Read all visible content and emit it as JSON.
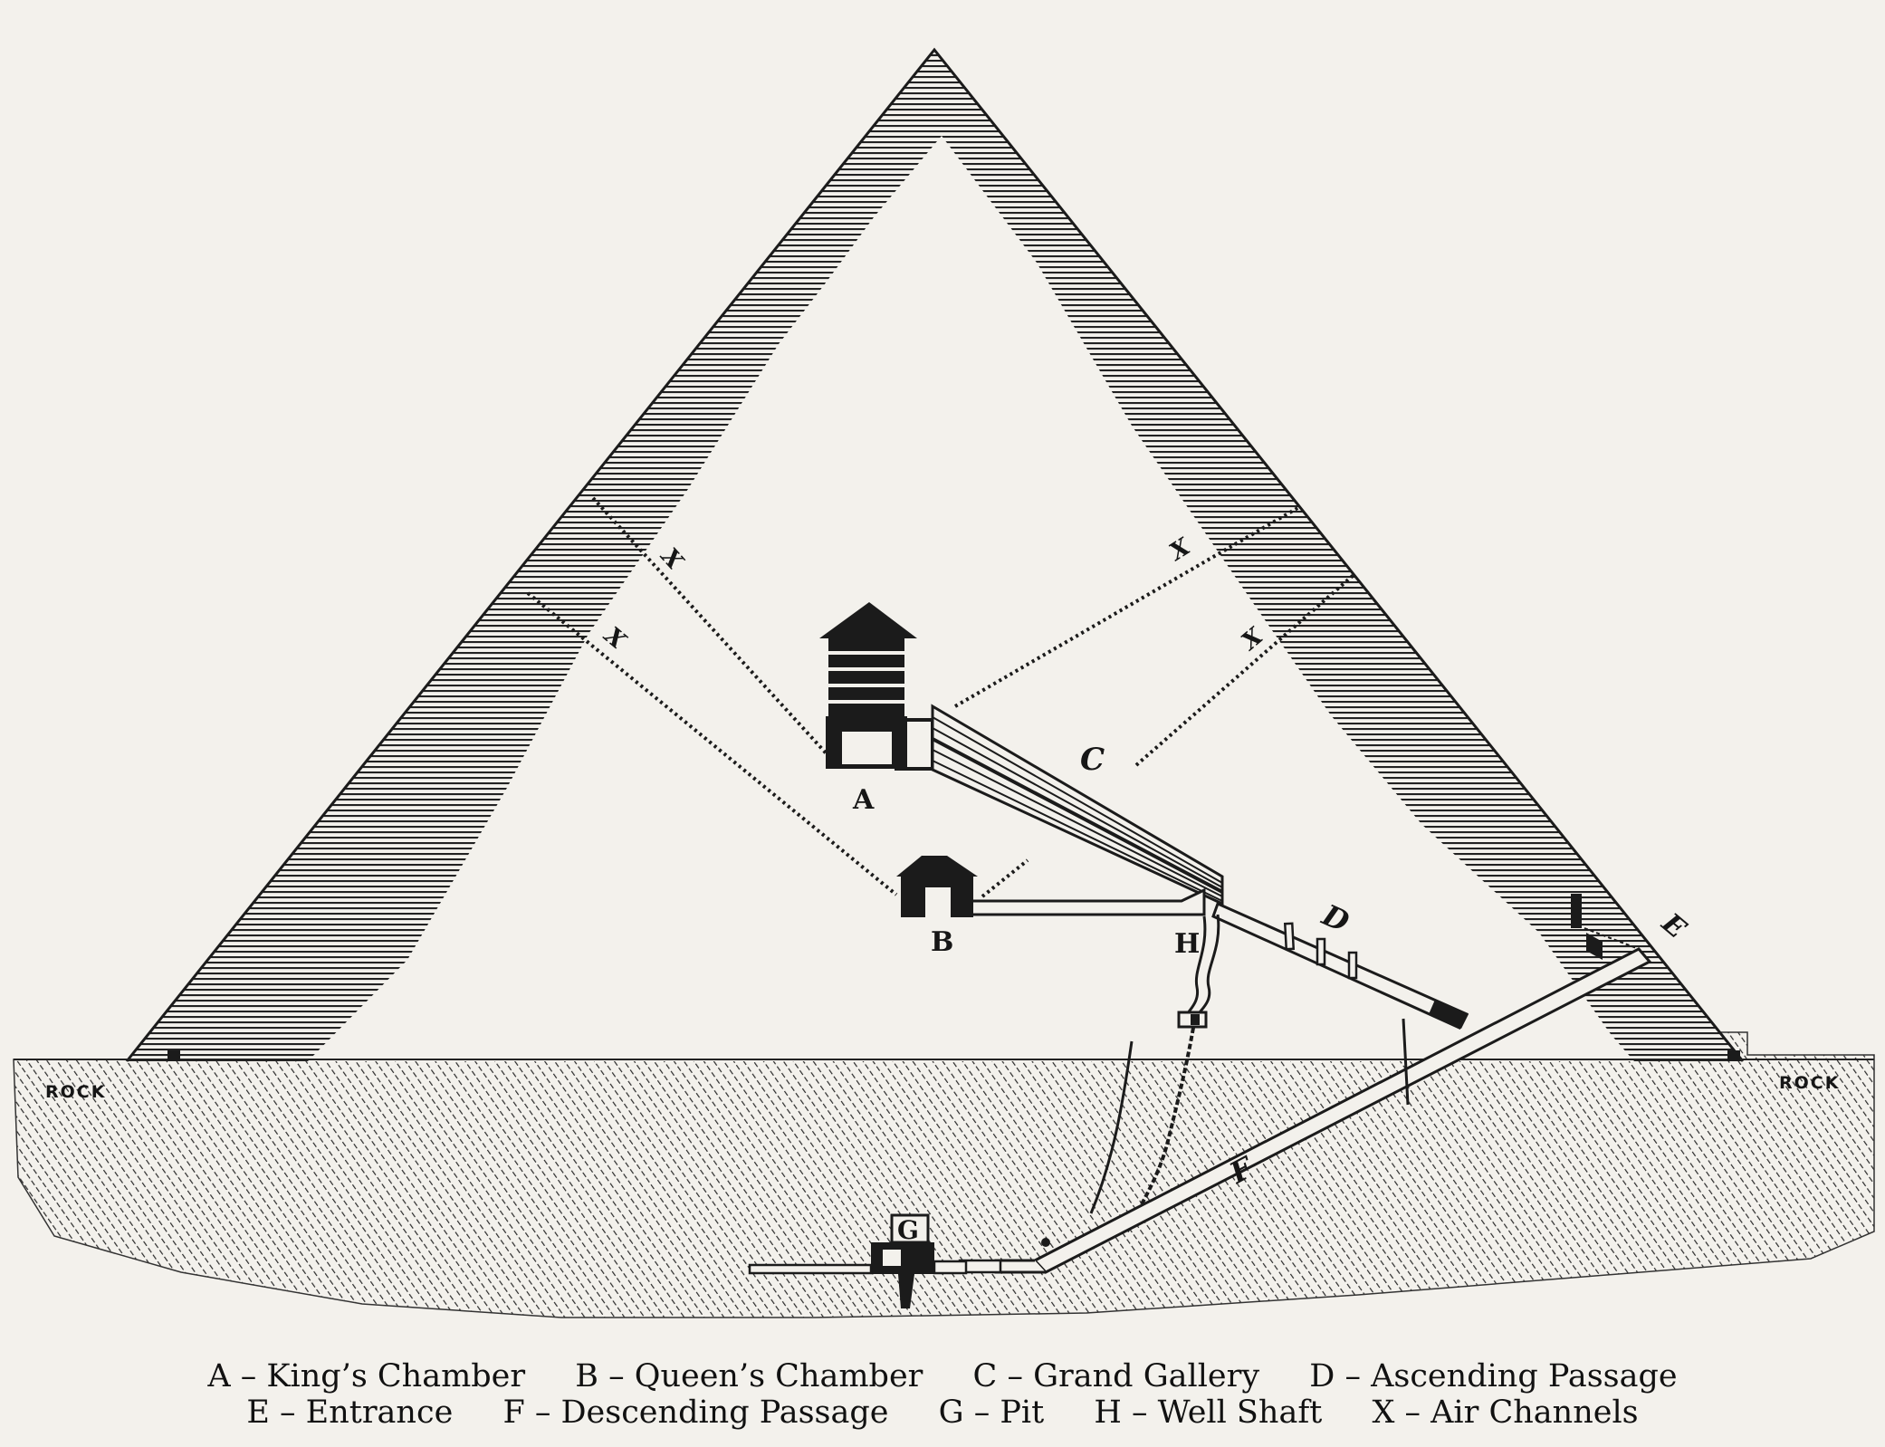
{
  "diagram": {
    "labels": {
      "A": "A",
      "B": "B",
      "C": "C",
      "D": "D",
      "E": "E",
      "F": "F",
      "G": "G",
      "H": "H",
      "X": "X"
    },
    "rock_left": "ROCK",
    "rock_right": "ROCK"
  },
  "legend": {
    "row1": [
      "A – King’s Chamber",
      "B – Queen’s Chamber",
      "C – Grand Gallery",
      "D – Ascending Passage"
    ],
    "row2": [
      "E – Entrance",
      "F – Descending Passage",
      "G – Pit",
      "H – Well Shaft",
      "X – Air Channels"
    ]
  }
}
